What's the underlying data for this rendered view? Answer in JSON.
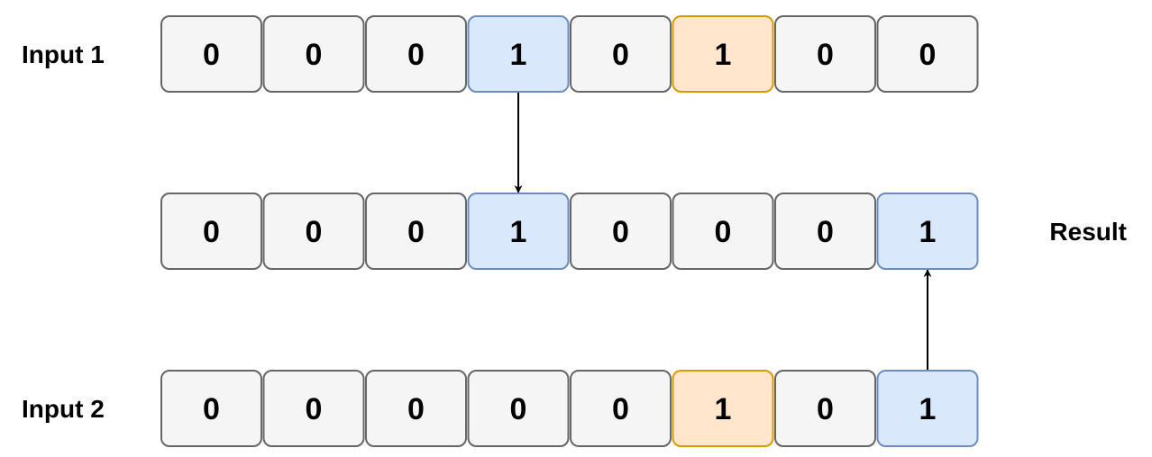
{
  "colors": {
    "default_fill": "#f5f5f5",
    "default_stroke": "#666666",
    "blue_fill": "#dae8fc",
    "blue_stroke": "#6c8ebf",
    "orange_fill": "#ffe6cc",
    "orange_stroke": "#d79b00",
    "arrow": "#000000"
  },
  "rows": [
    {
      "id": "input1",
      "label": "Input 1",
      "label_side": "left",
      "cells": [
        {
          "value": "0",
          "style": "default"
        },
        {
          "value": "0",
          "style": "default"
        },
        {
          "value": "0",
          "style": "default"
        },
        {
          "value": "1",
          "style": "blue"
        },
        {
          "value": "0",
          "style": "default"
        },
        {
          "value": "1",
          "style": "orange"
        },
        {
          "value": "0",
          "style": "default"
        },
        {
          "value": "0",
          "style": "default"
        }
      ]
    },
    {
      "id": "result",
      "label": "Result",
      "label_side": "right",
      "cells": [
        {
          "value": "0",
          "style": "default"
        },
        {
          "value": "0",
          "style": "default"
        },
        {
          "value": "0",
          "style": "default"
        },
        {
          "value": "1",
          "style": "blue"
        },
        {
          "value": "0",
          "style": "default"
        },
        {
          "value": "0",
          "style": "default"
        },
        {
          "value": "0",
          "style": "default"
        },
        {
          "value": "1",
          "style": "blue"
        }
      ]
    },
    {
      "id": "input2",
      "label": "Input 2",
      "label_side": "left",
      "cells": [
        {
          "value": "0",
          "style": "default"
        },
        {
          "value": "0",
          "style": "default"
        },
        {
          "value": "0",
          "style": "default"
        },
        {
          "value": "0",
          "style": "default"
        },
        {
          "value": "0",
          "style": "default"
        },
        {
          "value": "1",
          "style": "orange"
        },
        {
          "value": "0",
          "style": "default"
        },
        {
          "value": "1",
          "style": "blue"
        }
      ]
    }
  ],
  "arrows": [
    {
      "from_row": "input1",
      "to_row": "result",
      "cell": 3
    },
    {
      "from_row": "input2",
      "to_row": "result",
      "cell": 7
    }
  ]
}
